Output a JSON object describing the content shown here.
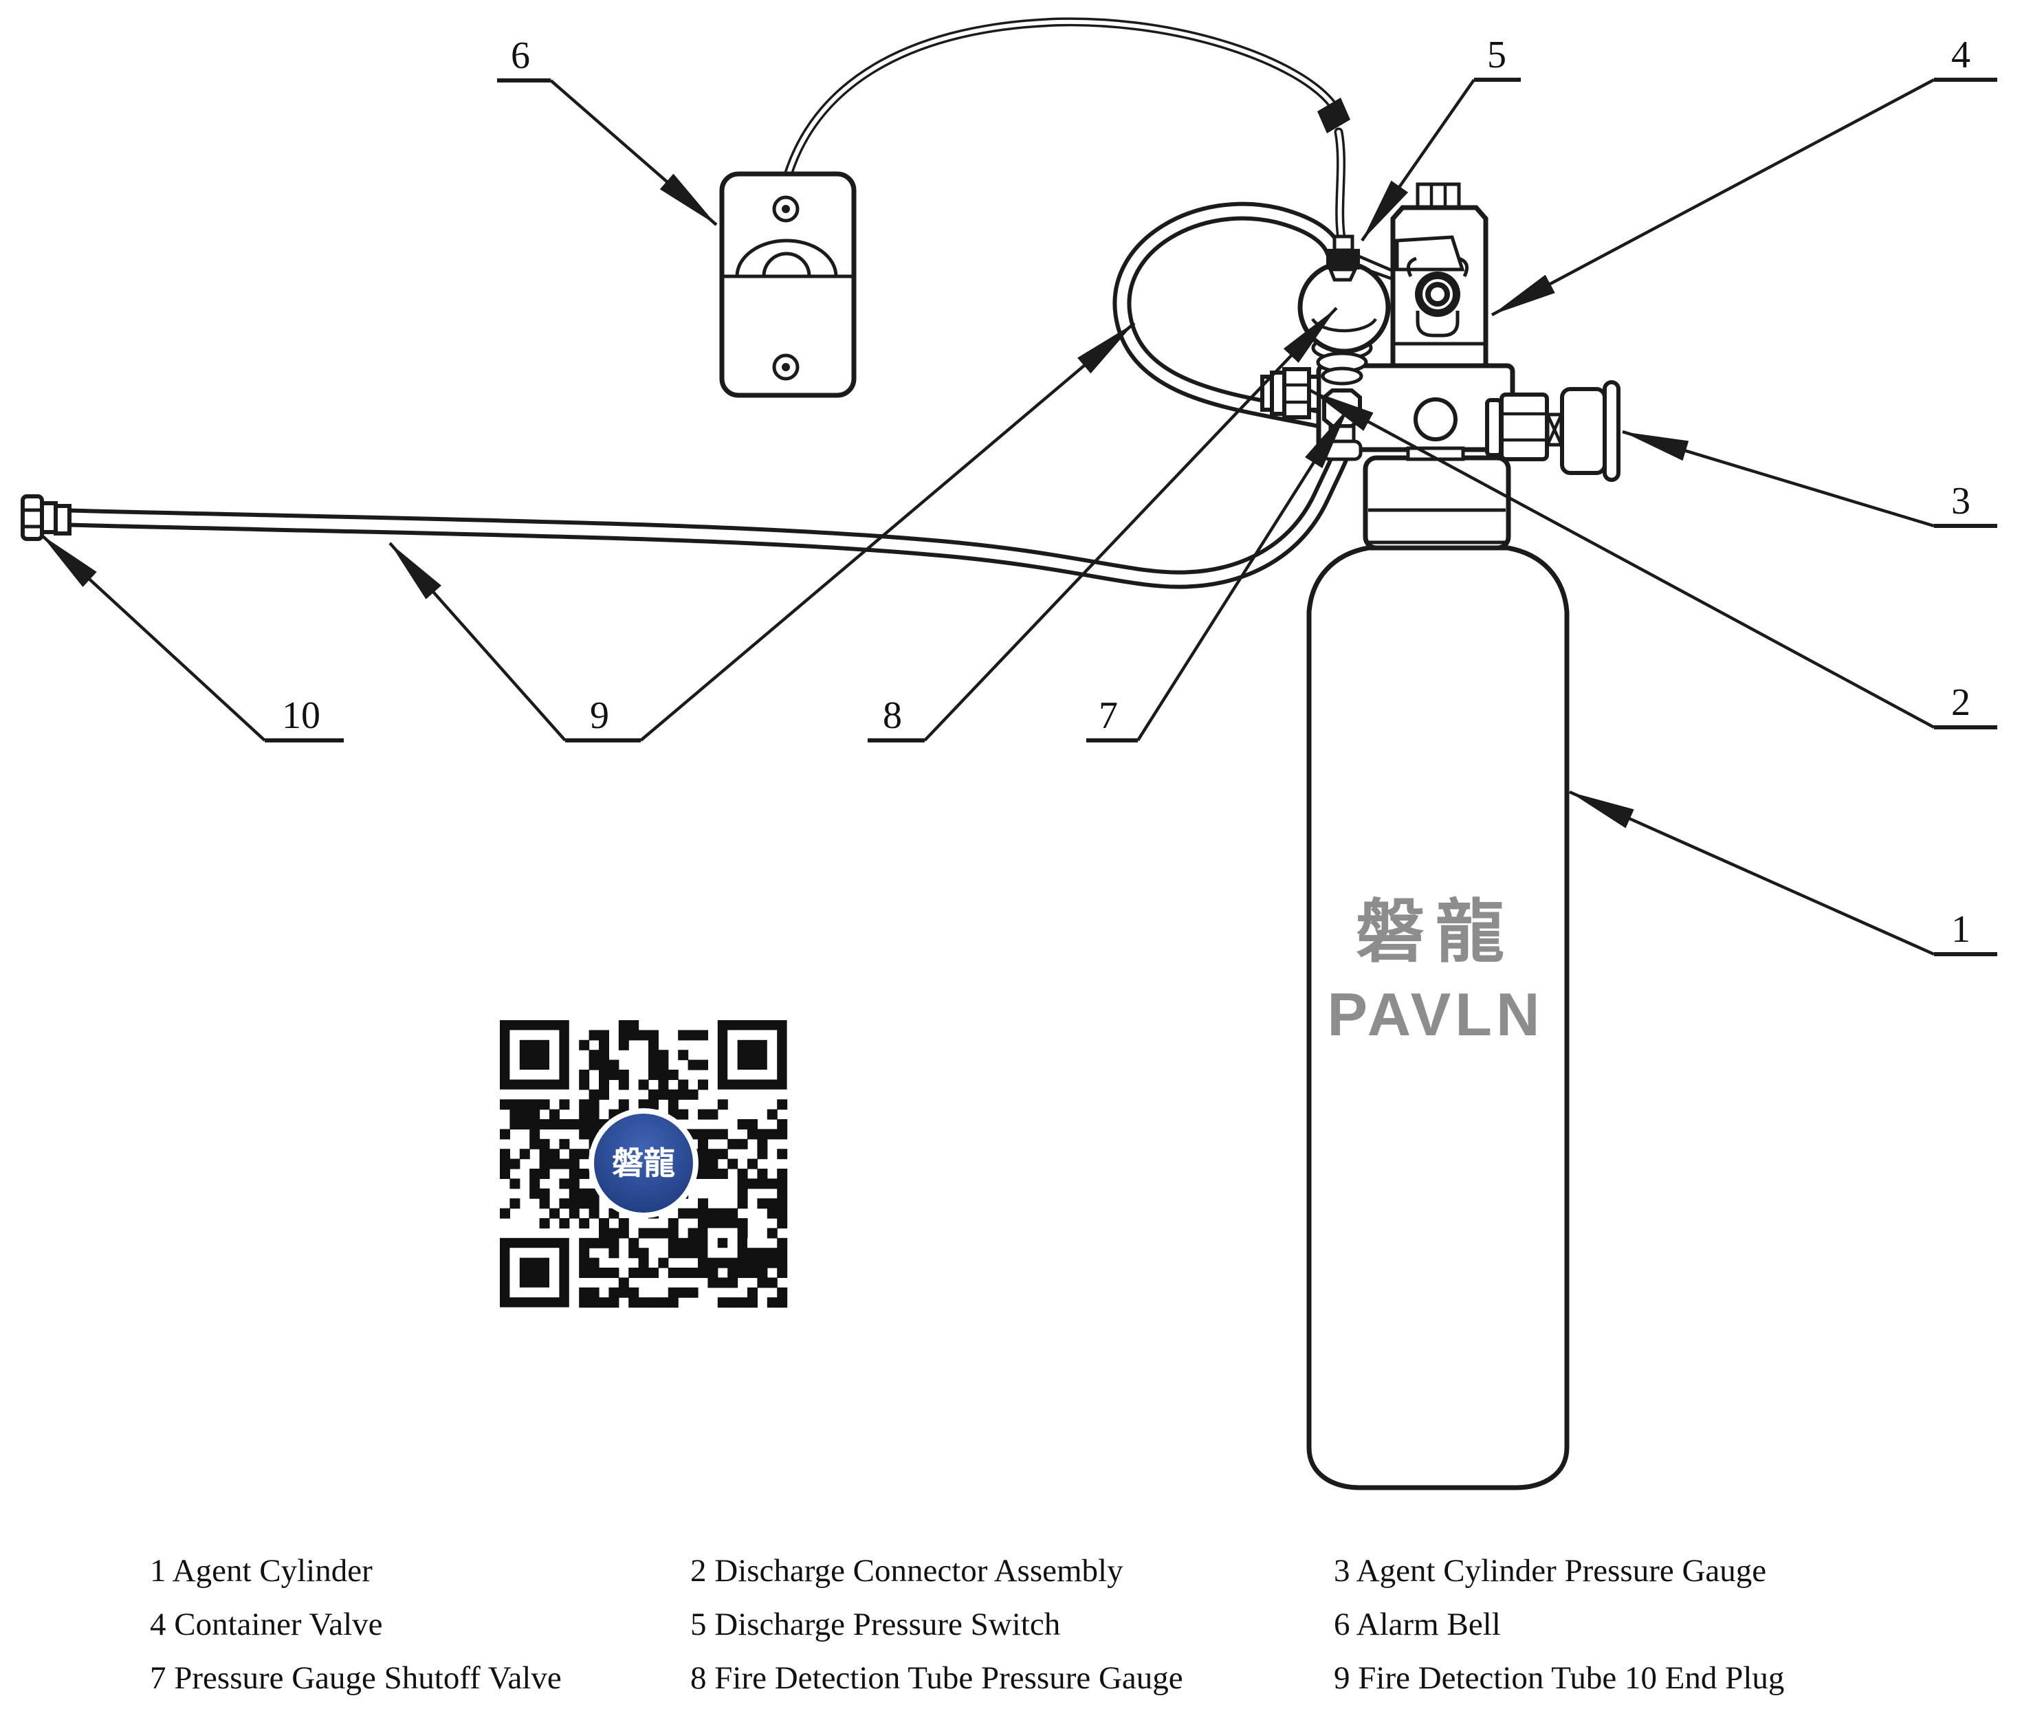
{
  "figure": {
    "callouts": [
      "1",
      "2",
      "3",
      "4",
      "5",
      "6",
      "7",
      "8",
      "9",
      "10"
    ],
    "legend": {
      "rows": [
        [
          "1 Agent Cylinder",
          "2 Discharge Connector Assembly",
          "3 Agent Cylinder Pressure Gauge"
        ],
        [
          "4 Container Valve",
          "5 Discharge Pressure Switch",
          "6 Alarm Bell"
        ],
        [
          "7 Pressure Gauge Shutoff Valve",
          "8 Fire Detection Tube Pressure Gauge",
          "9 Fire Detection Tube 10 End Plug"
        ]
      ]
    },
    "cylinder": {
      "brand_cn": "磐龍",
      "brand_en": "PAVLN"
    },
    "qr": {
      "logo_text": "磐龍"
    },
    "colors": {
      "line": "#1b1b1b",
      "brand_gray": "#8d8d8d",
      "qr_blue_dark": "#1d3a7d",
      "qr_blue_light": "#3f63b5"
    }
  }
}
